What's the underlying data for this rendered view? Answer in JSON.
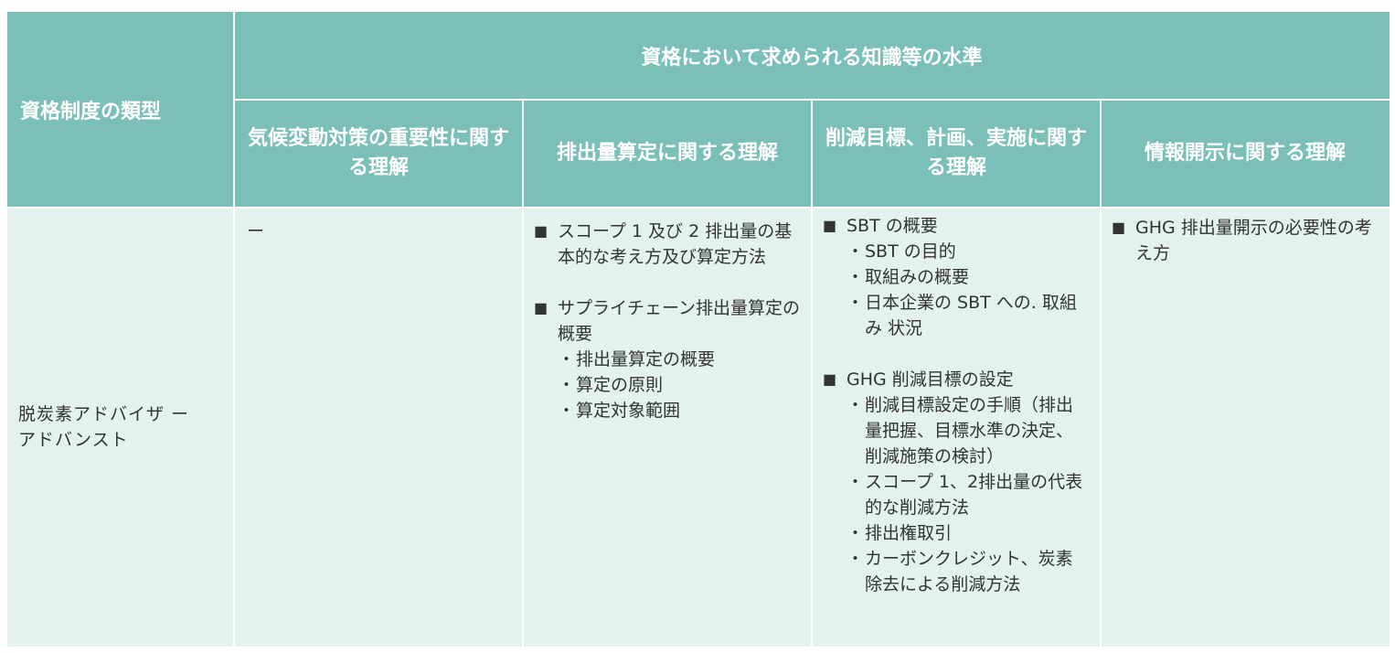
{
  "header": {
    "type_label": "資格制度の類型",
    "group_label": "資格において求められる知識等の水準",
    "columns": [
      "気候変動対策の重要性に関する理解",
      "排出量算定に関する理解",
      "削減目標、計画、実施に関する理解",
      "情報開示に関する理解"
    ]
  },
  "row": {
    "type_name": "脱炭素アドバイザ ーアドバンスト",
    "col1": "ー",
    "col2": {
      "b1": "スコープ 1 及び 2 排出量の基本的な考え方及び算定方法",
      "b2": "サプライチェーン排出量算定の概要",
      "b2_items": [
        "排出量算定の概要",
        "算定の原則",
        "算定対象範囲"
      ]
    },
    "col3": {
      "b1": "SBT の概要",
      "b1_items": [
        "SBT の目的",
        "取組みの概要",
        "日本企業の SBT への. 取組み 状況"
      ],
      "b2": "GHG 削減目標の設定",
      "b2_items": [
        "削減目標設定の手順（排出量把握、目標水準の決定、削減施策の検討）",
        "スコープ 1、2排出量の代表的な削減方法",
        "排出権取引",
        "カーボンクレジット、炭素除去による削減方法"
      ]
    },
    "col4": {
      "b1": "GHG 排出量開示の必要性の考え方"
    }
  },
  "symbols": {
    "square": "■",
    "dot": "・"
  },
  "colors": {
    "header": "#7bbfb9",
    "body": "#e3f2ef",
    "header_text": "#ffffff",
    "body_text": "#333333"
  }
}
